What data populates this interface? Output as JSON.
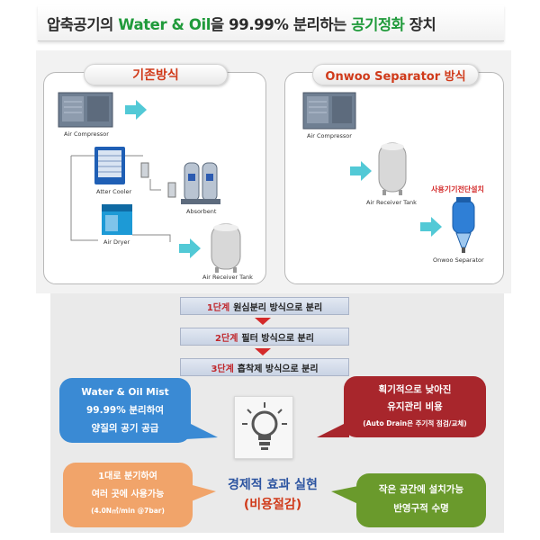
{
  "header": {
    "title_part1": "압축공기의 ",
    "title_highlight1": "Water & Oil",
    "title_part2": "을 99.99% 분리하는 ",
    "title_highlight2": "공기정화",
    "title_part3": " 장치"
  },
  "left_panel": {
    "title": "기존방식",
    "labels": {
      "air_compressor": "Air Compressor",
      "after_cooler": "Atter Cooler",
      "absorbent": "Absorbent",
      "air_dryer": "Air Dryer",
      "air_receiver_tank": "Air Receiver Tank"
    }
  },
  "right_panel": {
    "title": "Onwoo Separator 방식",
    "labels": {
      "air_compressor": "Air Compressor",
      "air_receiver_tank": "Air Receiver Tank",
      "install_note": "사용기기전단설치",
      "onwoo_separator": "Onwoo Separator"
    }
  },
  "steps": [
    {
      "num": "1단계",
      "text": "원심분리 방식으로 분리"
    },
    {
      "num": "2단계",
      "text": "필터 방식으로 분리"
    },
    {
      "num": "3단계",
      "text": "흡착제 방식으로 분리"
    }
  ],
  "callouts": {
    "blue": [
      "Water & Oil Mist",
      "99.99% 분리하여",
      "양질의 공기 공급"
    ],
    "red": [
      "획기적으로 낮아진",
      "유지관리 비용",
      "(Auto Drain은 주기적 점검/교체)"
    ],
    "orange": [
      "1대로 분기하여",
      "여러 곳에 사용가능",
      "(4.0N㎥/min @7bar)"
    ],
    "green": [
      "작은 공간에  설치가능",
      "반영구적 수명"
    ]
  },
  "effect": {
    "line1": "경제적 효과 실현",
    "line2": "(비용절감)"
  },
  "colors": {
    "accent_red": "#d03a1a",
    "accent_green": "#1f9a3a",
    "blue": "#3a8ad4",
    "dark_red": "#a8262c",
    "orange": "#f1a46a",
    "olive_green": "#6a9a2c"
  }
}
